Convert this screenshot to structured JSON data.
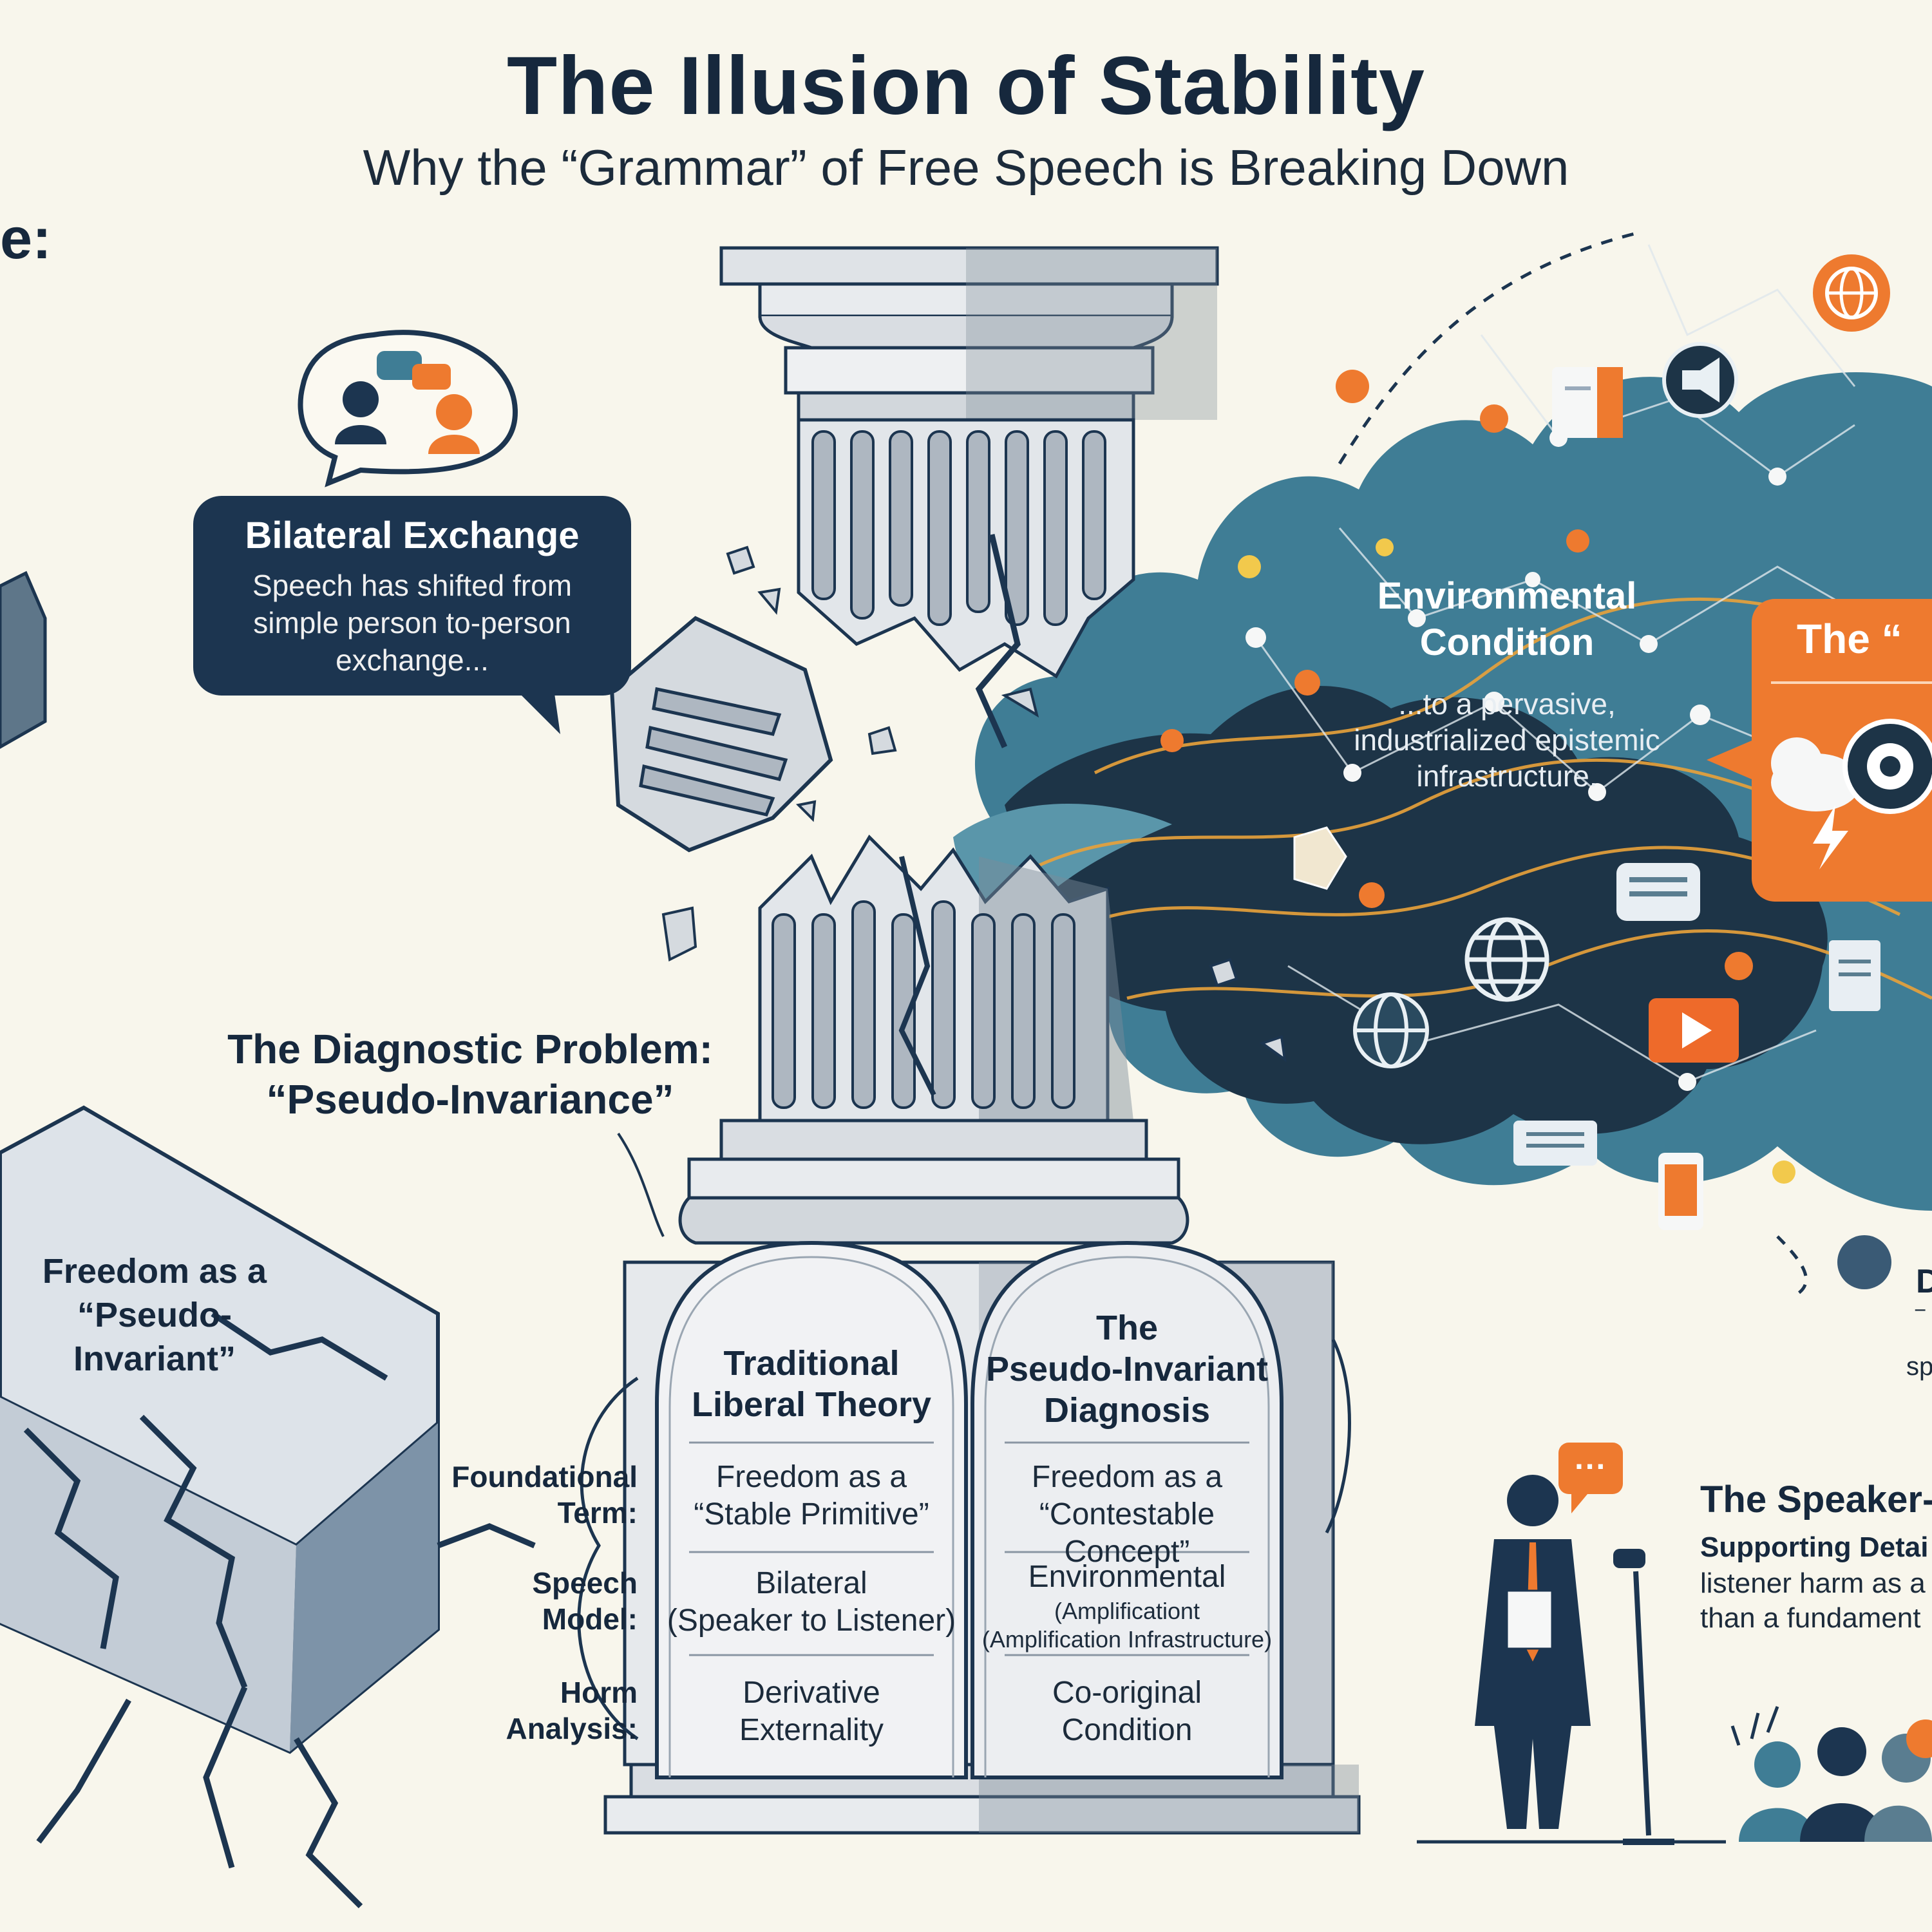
{
  "header": {
    "title": "The Illusion of Stability",
    "subtitle": "Why the “Grammar” of Free Speech is Breaking Down",
    "edge_fragment": "e:"
  },
  "bilateral": {
    "title": "Bilateral Exchange",
    "body": [
      "Speech has shifted from",
      "simple person to-person",
      "exchange..."
    ]
  },
  "environmental": {
    "title": [
      "Environmental",
      "Condition"
    ],
    "body": [
      "...to a pervasive,",
      "industrialized epistemic",
      "infrastructure."
    ]
  },
  "diagnostic": {
    "title": [
      "The Diagnostic Problem:",
      "“Pseudo-Invariance”"
    ]
  },
  "freedom_block": {
    "label": [
      "Freedom as a",
      "“Pseudo-Invariant”"
    ]
  },
  "table": {
    "columns": [
      {
        "heading": [
          "Traditional",
          "Liberal Theory"
        ]
      },
      {
        "heading": [
          "The",
          "Pseudo-Invariant",
          "Diagnosis"
        ]
      }
    ],
    "rows": [
      {
        "label": [
          "Foundational",
          "Term:"
        ],
        "traditional": [
          "Freedom as a",
          "“Stable Primitive”"
        ],
        "diagnosis": [
          "Freedom as a",
          "“Contestable Concept”"
        ]
      },
      {
        "label": [
          "Speech",
          "Model:"
        ],
        "traditional": [
          "Bilateral",
          "(Speaker to Listener)"
        ],
        "diagnosis": [
          "Environmental"
        ],
        "diagnosis_small": [
          "(Amplificationt",
          "(Amplification Infrastructure)"
        ]
      },
      {
        "label": [
          "Horm",
          "Analysis:"
        ],
        "traditional": [
          "Derivative",
          "Externality"
        ],
        "diagnosis": [
          "Co-original",
          "Condition"
        ]
      }
    ]
  },
  "orange_panel": {
    "title": "The “"
  },
  "right_fragments": {
    "d_letter": "D",
    "dash": "‾",
    "sp": "sp"
  },
  "speaker": {
    "title": "The Speaker-C",
    "subtitle": "Supporting Detai",
    "body": [
      "listener harm as a",
      "than a fundament"
    ]
  },
  "bubble_glyph": "···",
  "colors": {
    "navy": "#1c3550",
    "teal": "#3f7d95",
    "orange": "#ee7a2f",
    "stone": "#c9cfd6",
    "background": "#f8f6ec"
  },
  "icons": [
    "conversation-icon",
    "globe-icon",
    "play-icon",
    "megaphone-icon",
    "document-icon",
    "smartphone-icon",
    "cloud-icon",
    "target-icon",
    "lightning-icon",
    "microphone-icon"
  ]
}
